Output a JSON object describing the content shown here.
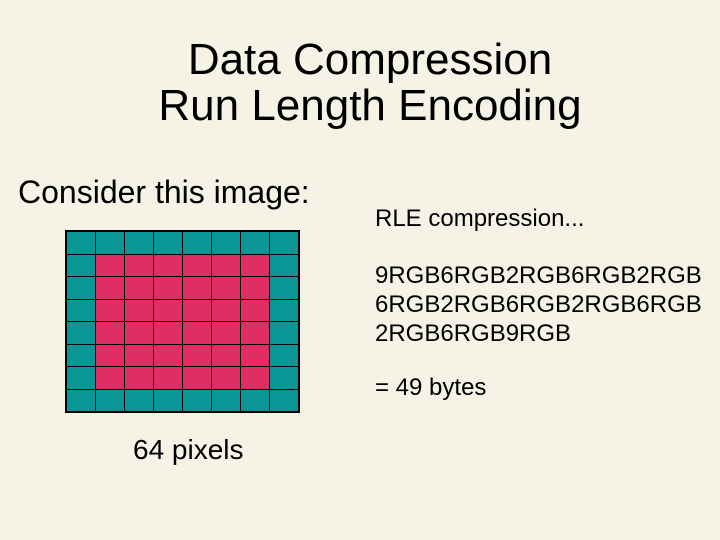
{
  "slide": {
    "background": "#f4f3e6",
    "title_line1": "Data Compression",
    "title_line2": "Run Length Encoding",
    "consider_label": "Consider this image:",
    "pixels_label": "64 pixels",
    "rle_heading": "RLE compression...",
    "rle_code_lines": {
      "0": "9RGB6RGB2RGB6RGB2RGB",
      "1": "6RGB2RGB6RGB2RGB6RGB",
      "2": "2RGB6RGB9RGB"
    },
    "bytes_label": "= 49 bytes"
  },
  "grid": {
    "rows": 8,
    "cols": 8,
    "pattern": [
      "TTTTTTTT",
      "TPPPPPPT",
      "TPPPPPPT",
      "TPPPPPPT",
      "TPPPPPPT",
      "TPPPPPPT",
      "TPPPPPPT",
      "TTTTTTTT"
    ],
    "colors": {
      "T": "#0a9694",
      "P": "#e02d66"
    },
    "line_color": "#000000"
  }
}
